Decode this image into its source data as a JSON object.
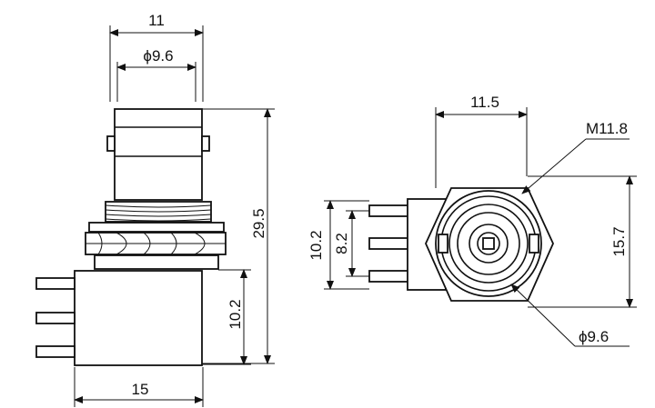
{
  "side_view": {
    "dim_width_top": "11",
    "dim_diameter_top": "ϕ9.6",
    "dim_height_total": "29.5",
    "dim_height_base": "10.2",
    "dim_width_base": "15"
  },
  "front_view": {
    "dim_offset": "11.5",
    "dim_thread": "M11.8",
    "dim_height": "15.7",
    "dim_pin_outer": "10.2",
    "dim_pin_inner": "8.2",
    "dim_diameter": "ϕ9.6"
  },
  "colors": {
    "line": "#111111",
    "background": "#ffffff"
  }
}
